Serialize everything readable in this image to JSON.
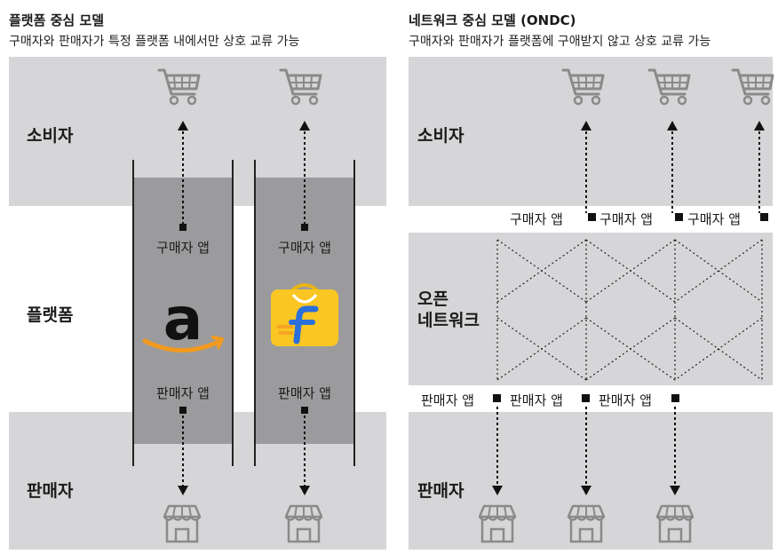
{
  "left": {
    "title": "플랫폼 중심 모델",
    "subtitle": "구매자와 판매자가 특정 플랫폼 내에서만 상호 교류 가능",
    "row_consumer": "소비자",
    "row_platform": "플랫폼",
    "row_seller": "판매자",
    "platforms": [
      {
        "logo": "amazon-logo",
        "buyer_app": "구매자 앱",
        "seller_app": "판매자 앱"
      },
      {
        "logo": "flipkart-logo",
        "buyer_app": "구매자 앱",
        "seller_app": "판매자 앱"
      }
    ]
  },
  "right": {
    "title": "네트워크 중심 모델 (ONDC)",
    "subtitle": "구매자와 판매자가 플랫폼에 구애받지 않고 상호 교류 가능",
    "row_consumer": "소비자",
    "row_network_line1": "오픈",
    "row_network_line2": "네트워크",
    "row_seller": "판매자",
    "buyer_apps": [
      "구매자 앱",
      "구매자 앱",
      "구매자 앱"
    ],
    "seller_apps": [
      "판매자 앱",
      "판매자 앱",
      "판매자 앱"
    ]
  },
  "colors": {
    "band": "#d6d6d8",
    "platform_column": "#9b9b9d",
    "amazon_orange": "#f29a1f",
    "flipkart_yellow": "#f9c623",
    "flipkart_blue": "#2a6fdb",
    "icon_gray": "#8a8a8a"
  },
  "icons": [
    "shopping-cart-icon",
    "store-icon",
    "arrow-up-icon",
    "arrow-down-icon"
  ]
}
